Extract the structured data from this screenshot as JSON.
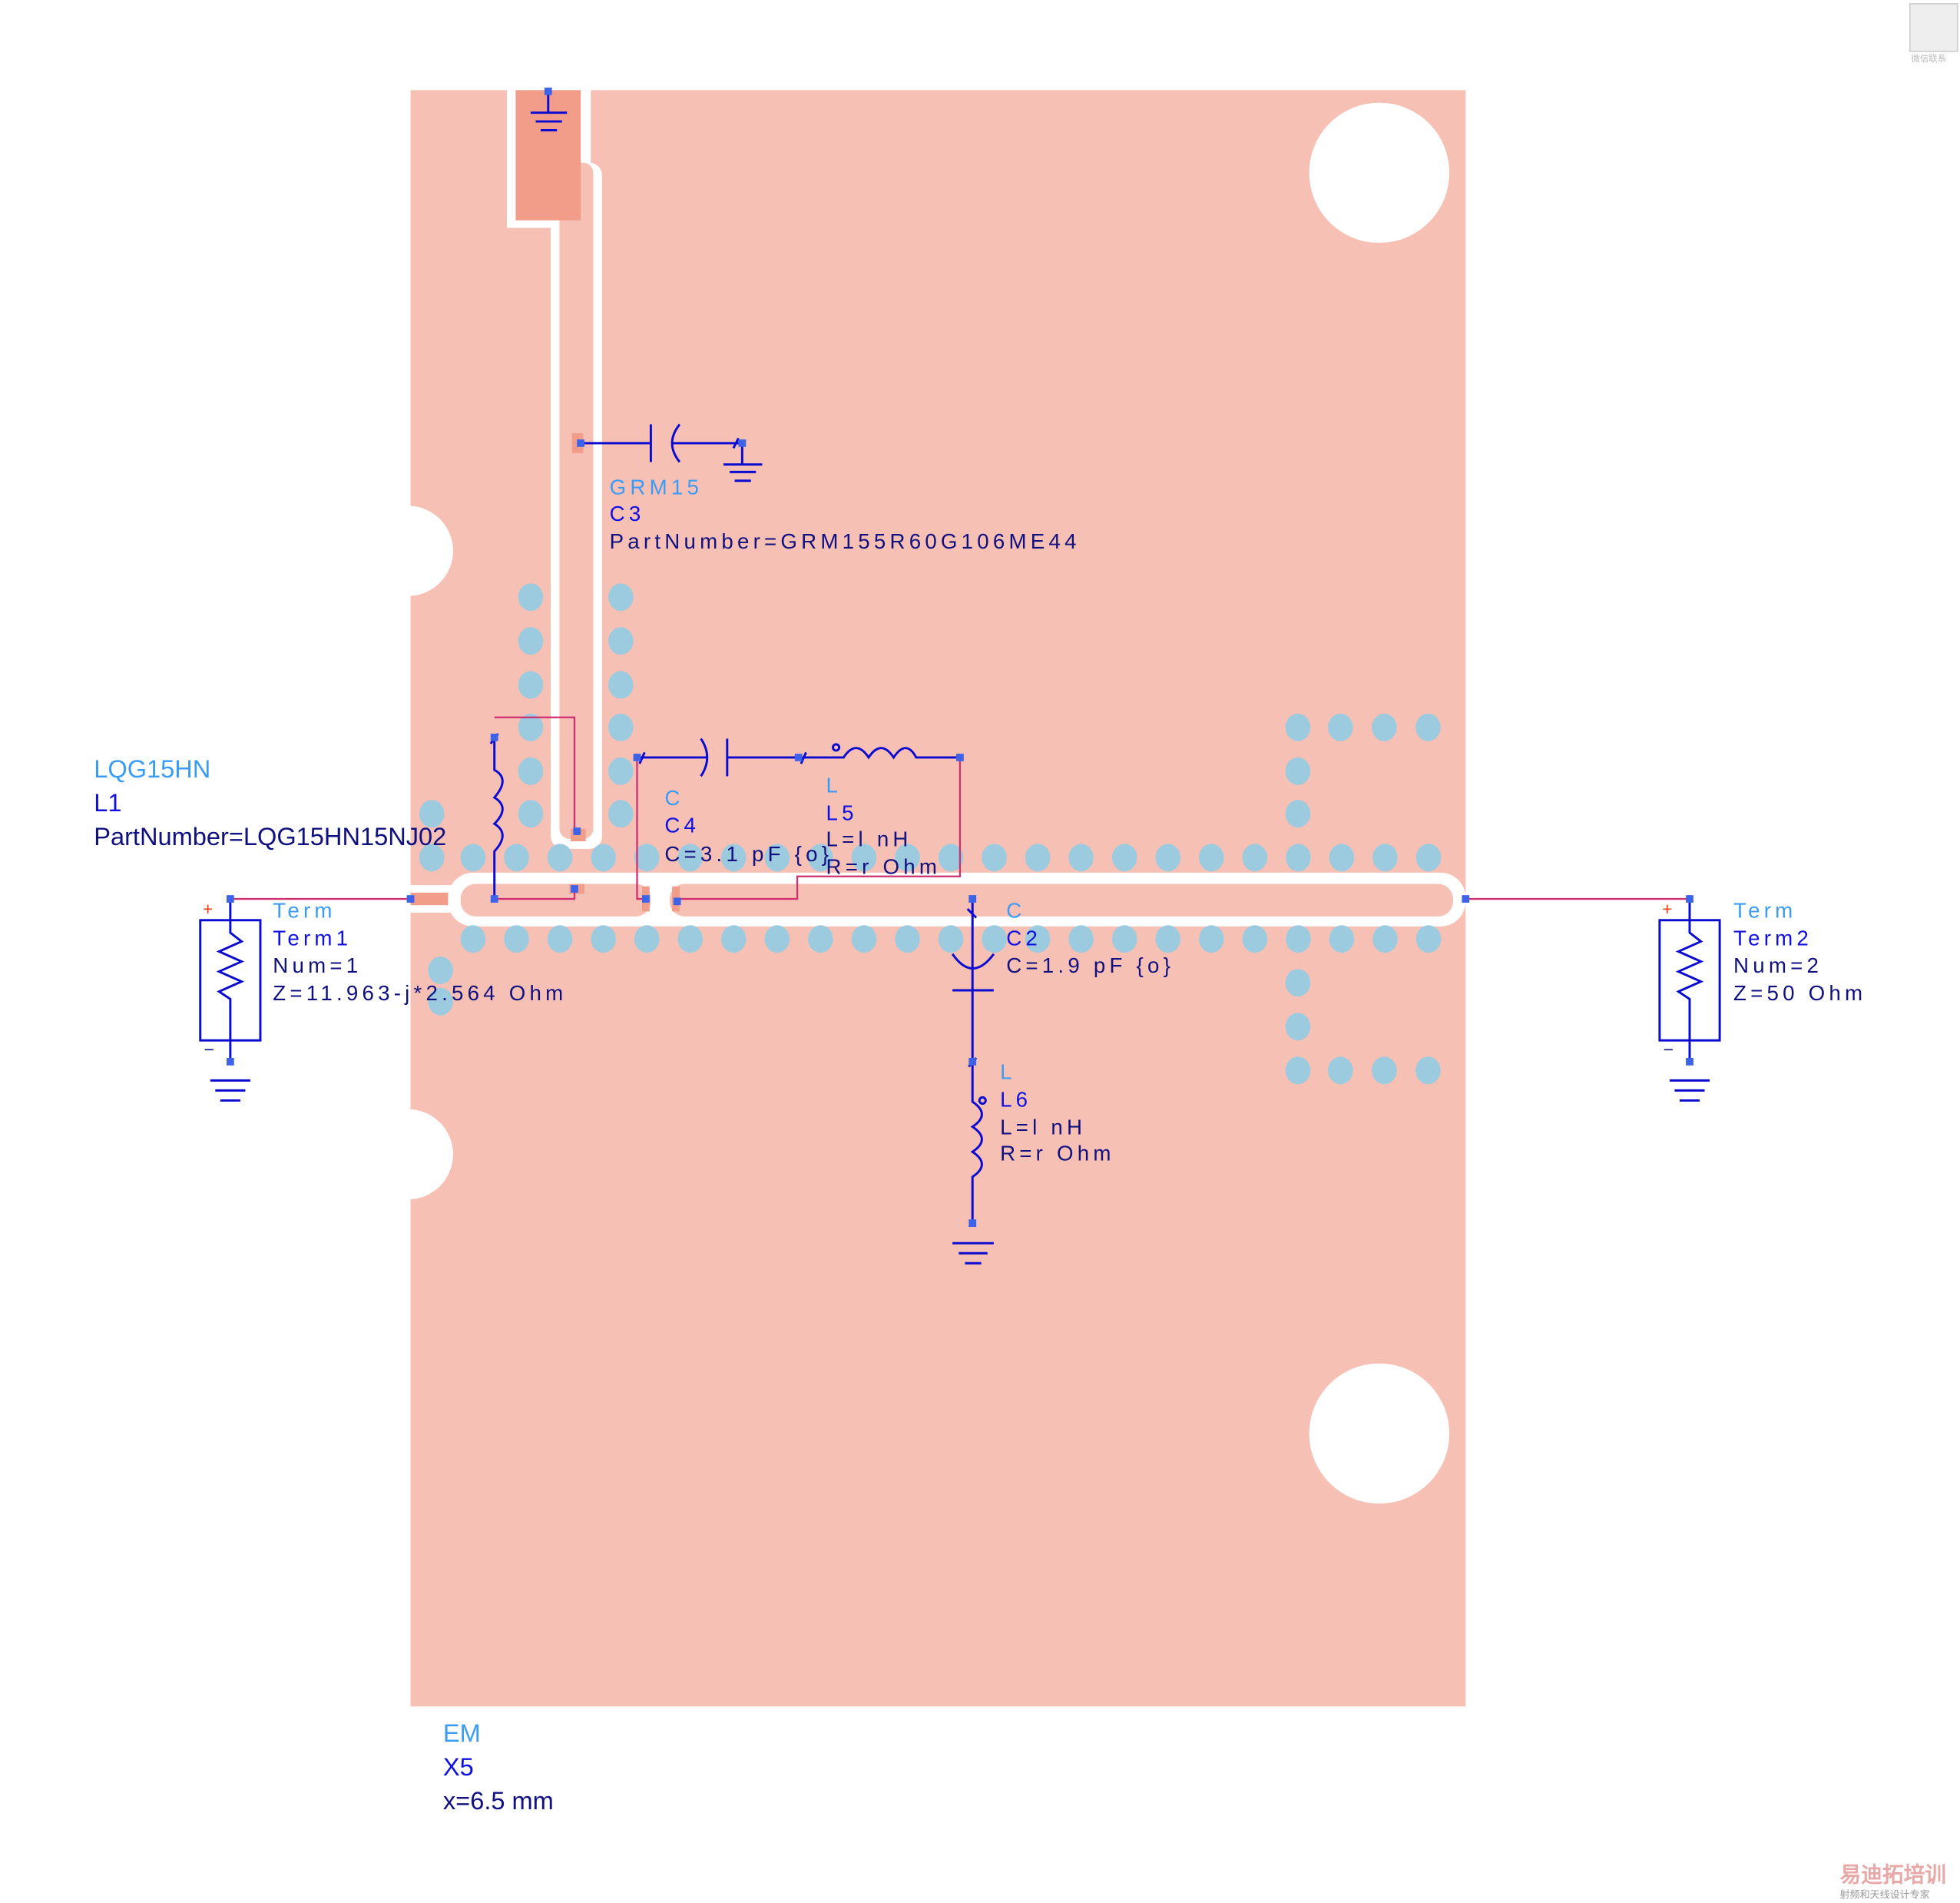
{
  "colors": {
    "board": "#f6c0b4",
    "pad": "#f29c8a",
    "via": "#9ccbe0",
    "wire": "#0a0ad0",
    "net": "#d03070",
    "pin": "#3d64e8"
  },
  "components": {
    "c3": {
      "type": "GRM15",
      "name": "C3",
      "param": "PartNumber=GRM155R60G106ME44"
    },
    "l1": {
      "type": "LQG15HN",
      "name": "L1",
      "param": "PartNumber=LQG15HN15NJ02"
    },
    "term1": {
      "type": "Term",
      "name": "Term1",
      "num": "Num=1",
      "z": "Z=11.963-j*2.564 Ohm",
      "plus": "+",
      "minus": "−"
    },
    "term2": {
      "type": "Term",
      "name": "Term2",
      "num": "Num=2",
      "z": "Z=50 Ohm",
      "plus": "+",
      "minus": "−"
    },
    "c4": {
      "type": "C",
      "name": "C4",
      "value": "C=3.1 pF {o}"
    },
    "l5": {
      "type": "L",
      "name": "L5",
      "l": "L=l nH",
      "r": "R=r Ohm"
    },
    "c2": {
      "type": "C",
      "name": "C2",
      "value": "C=1.9 pF {o}"
    },
    "l6": {
      "type": "L",
      "name": "L6",
      "l": "L=l nH",
      "r": "R=r Ohm"
    },
    "em": {
      "type": "EM",
      "name": "X5",
      "param": "x=6.5 mm"
    }
  },
  "watermark": {
    "logo_main": "易迪拓培训",
    "logo_sub": "射频和天线设计专家",
    "qr_caption": "微信联系"
  }
}
